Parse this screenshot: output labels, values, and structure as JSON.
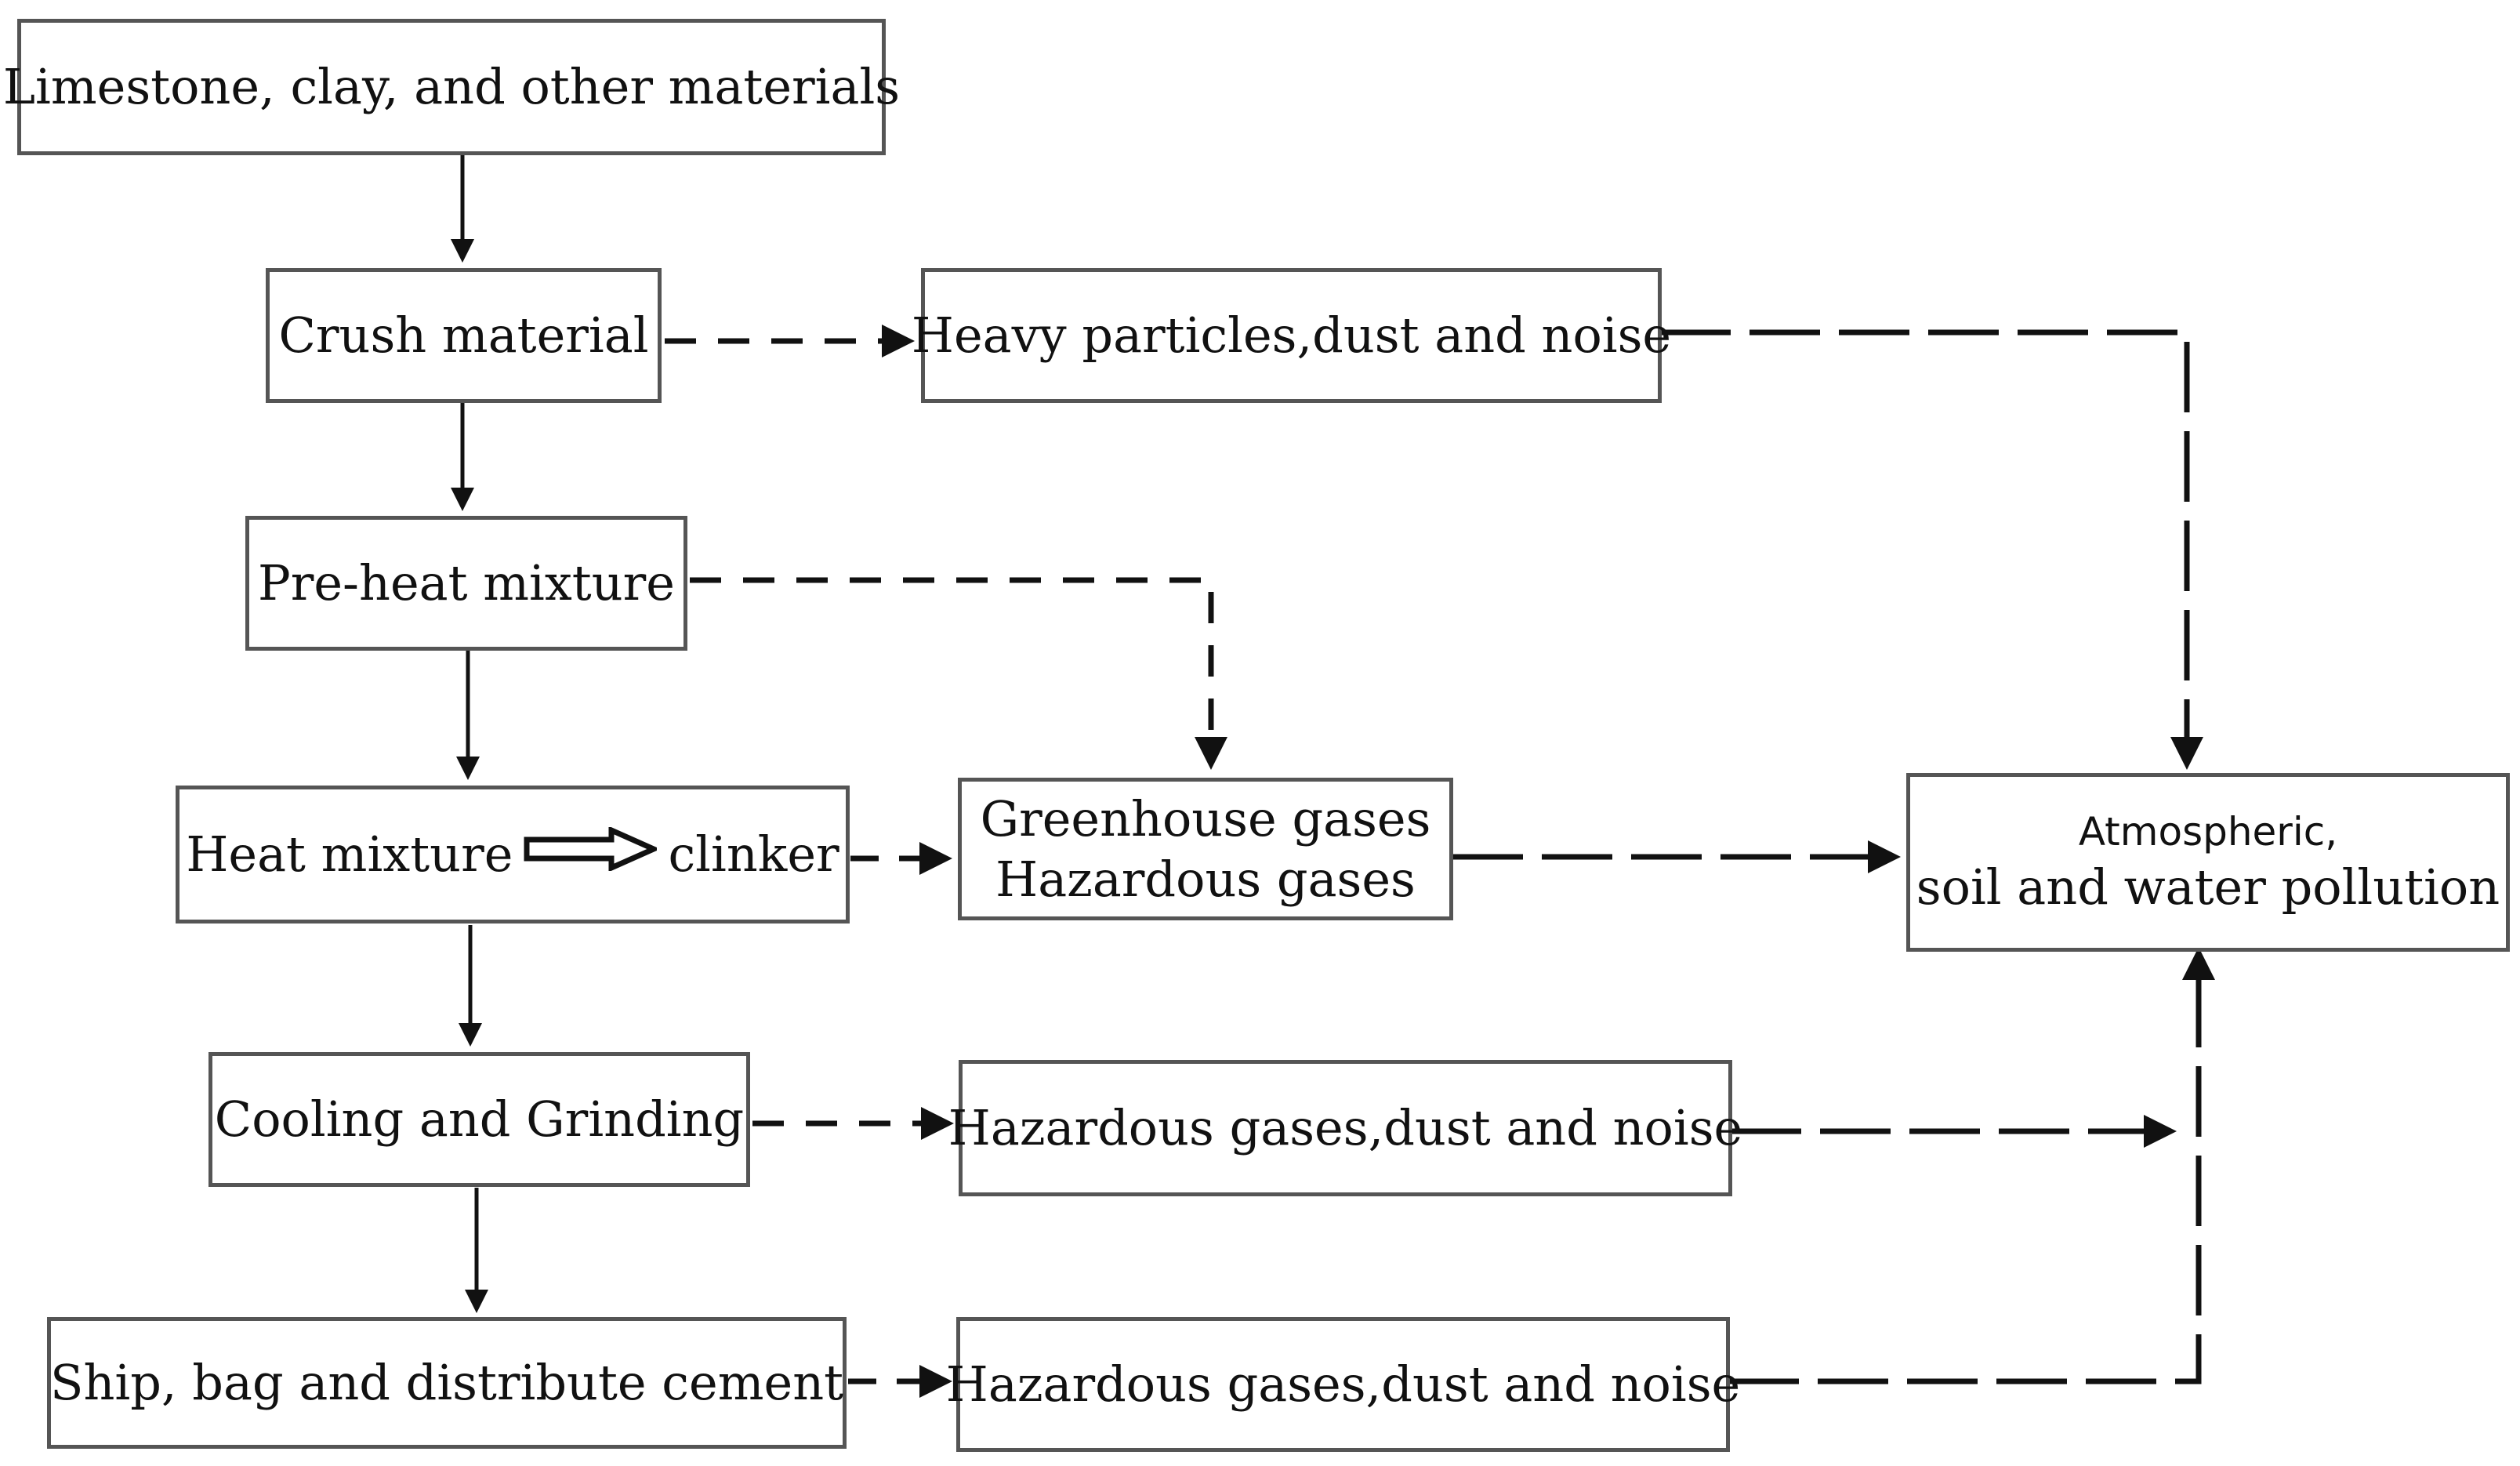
{
  "nodes": {
    "raw_materials": {
      "label": "Limestone, clay, and other materials"
    },
    "crush": {
      "label": "Crush material"
    },
    "preheat": {
      "label": "Pre-heat mixture"
    },
    "heat": {
      "label_left": "Heat mixture",
      "label_right": "clinker"
    },
    "cooling": {
      "label": "Cooling and Grinding"
    },
    "ship": {
      "label": "Ship, bag and distribute cement"
    },
    "emission_crush": {
      "label": "Heavy particles,dust and noise"
    },
    "emission_heat": {
      "line1": "Greenhouse gases",
      "line2": "Hazardous gases"
    },
    "emission_cooling": {
      "label": "Hazardous gases,dust and noise"
    },
    "emission_ship": {
      "label": "Hazardous gases,dust and noise"
    },
    "pollution": {
      "line1": "Atmospheric,",
      "line2": "soil and water pollution"
    }
  },
  "colors": {
    "box_border": "#555555",
    "line": "#111111",
    "text": "#111111"
  }
}
